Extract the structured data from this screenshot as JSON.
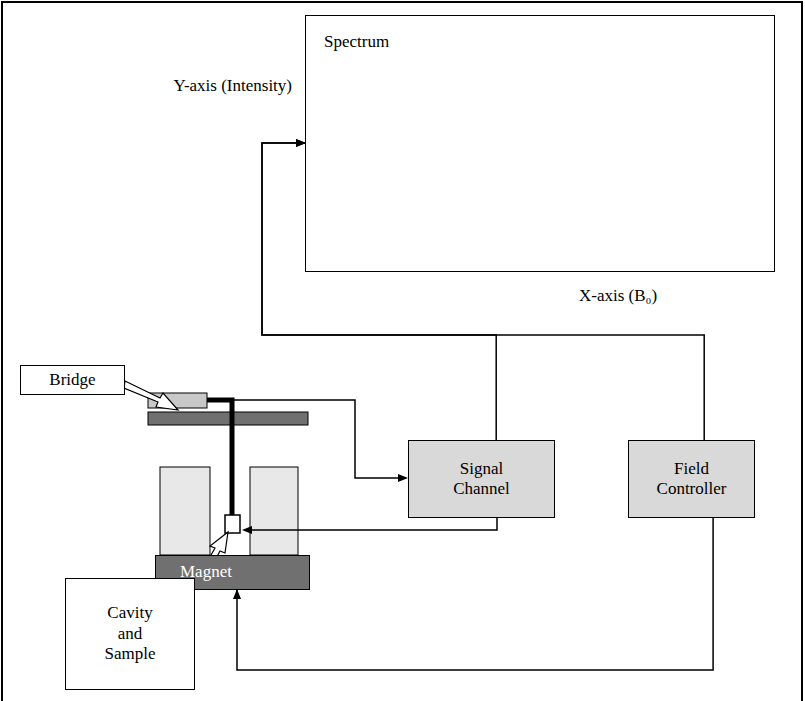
{
  "diagram": {
    "nodes": [
      {
        "text": [
          "Spectrum"
        ]
      },
      {
        "text": [
          "Bridge"
        ]
      },
      {
        "text": [
          "Signal Channel"
        ]
      },
      {
        "text": [
          "Field Controller"
        ]
      },
      {
        "text": [
          "Magnet"
        ]
      },
      {
        "text": [
          "Cavity and Sample"
        ]
      }
    ],
    "edges": [
      {
        "from": 2,
        "to": 0,
        "arrow": "to"
      },
      {
        "from": 3,
        "to": 0,
        "arrow": "to"
      },
      {
        "from": 3,
        "to": 4,
        "arrow": "to"
      }
    ],
    "labels": [
      "Y-axis (Intensity)",
      "X-axis (B₀)"
    ]
  }
}
